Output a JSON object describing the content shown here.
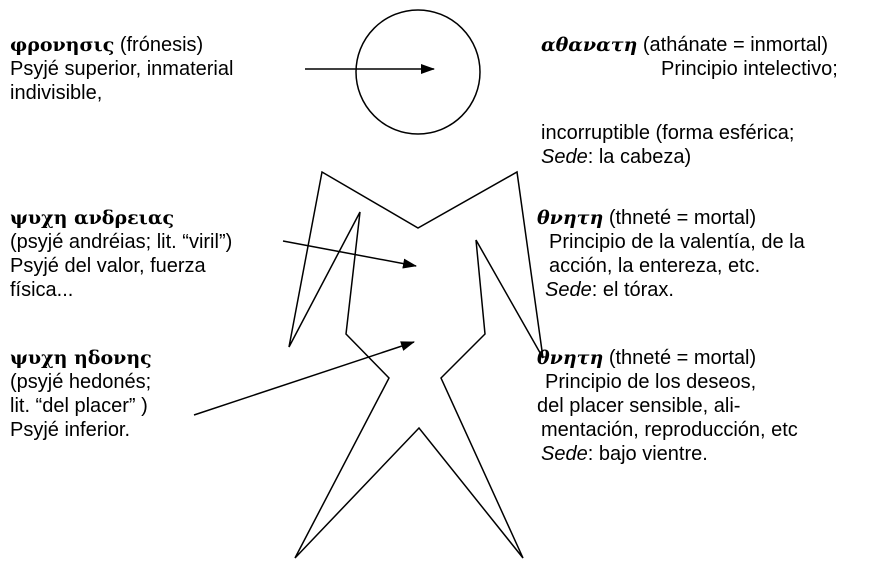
{
  "left": {
    "phronesis": {
      "greek": "φρονησις",
      "translit": " (frónesis)",
      "lines": [
        "Psyjé superior, inmaterial",
        "indivisible,"
      ]
    },
    "andreias": {
      "greek": "ψυχη ανδρειας",
      "lines": [
        "(psyjé andréias; lit. “viril”)",
        "Psyjé del valor, fuerza",
        "física..."
      ]
    },
    "hedones": {
      "greek": "ψυχη ηδονης",
      "lines": [
        "(psyjé hedonés;",
        "lit. “del placer” )",
        "Psyjé inferior."
      ]
    }
  },
  "right": {
    "head": {
      "greek": "αθανατη",
      "gloss": " (athánate = inmortal)",
      "line2": "Principio intelectivo;",
      "line3": "incorruptible (forma esférica;",
      "sede_label": "Sede",
      "sede_value": ": la cabeza)"
    },
    "chest": {
      "greek": "θνητη",
      "gloss": " (thneté = mortal)",
      "lines": [
        "Principio de la valentía, de la",
        "acción, la entereza, etc."
      ],
      "sede_label": "Sede",
      "sede_value": ": el tórax."
    },
    "belly": {
      "greek": "θνητη",
      "gloss": " (thneté = mortal)",
      "lines": [
        "Principio de los deseos,",
        "del placer sensible, ali-",
        "mentación, reproducción, etc"
      ],
      "sede_label": "Sede",
      "sede_value": ": bajo vientre."
    }
  }
}
